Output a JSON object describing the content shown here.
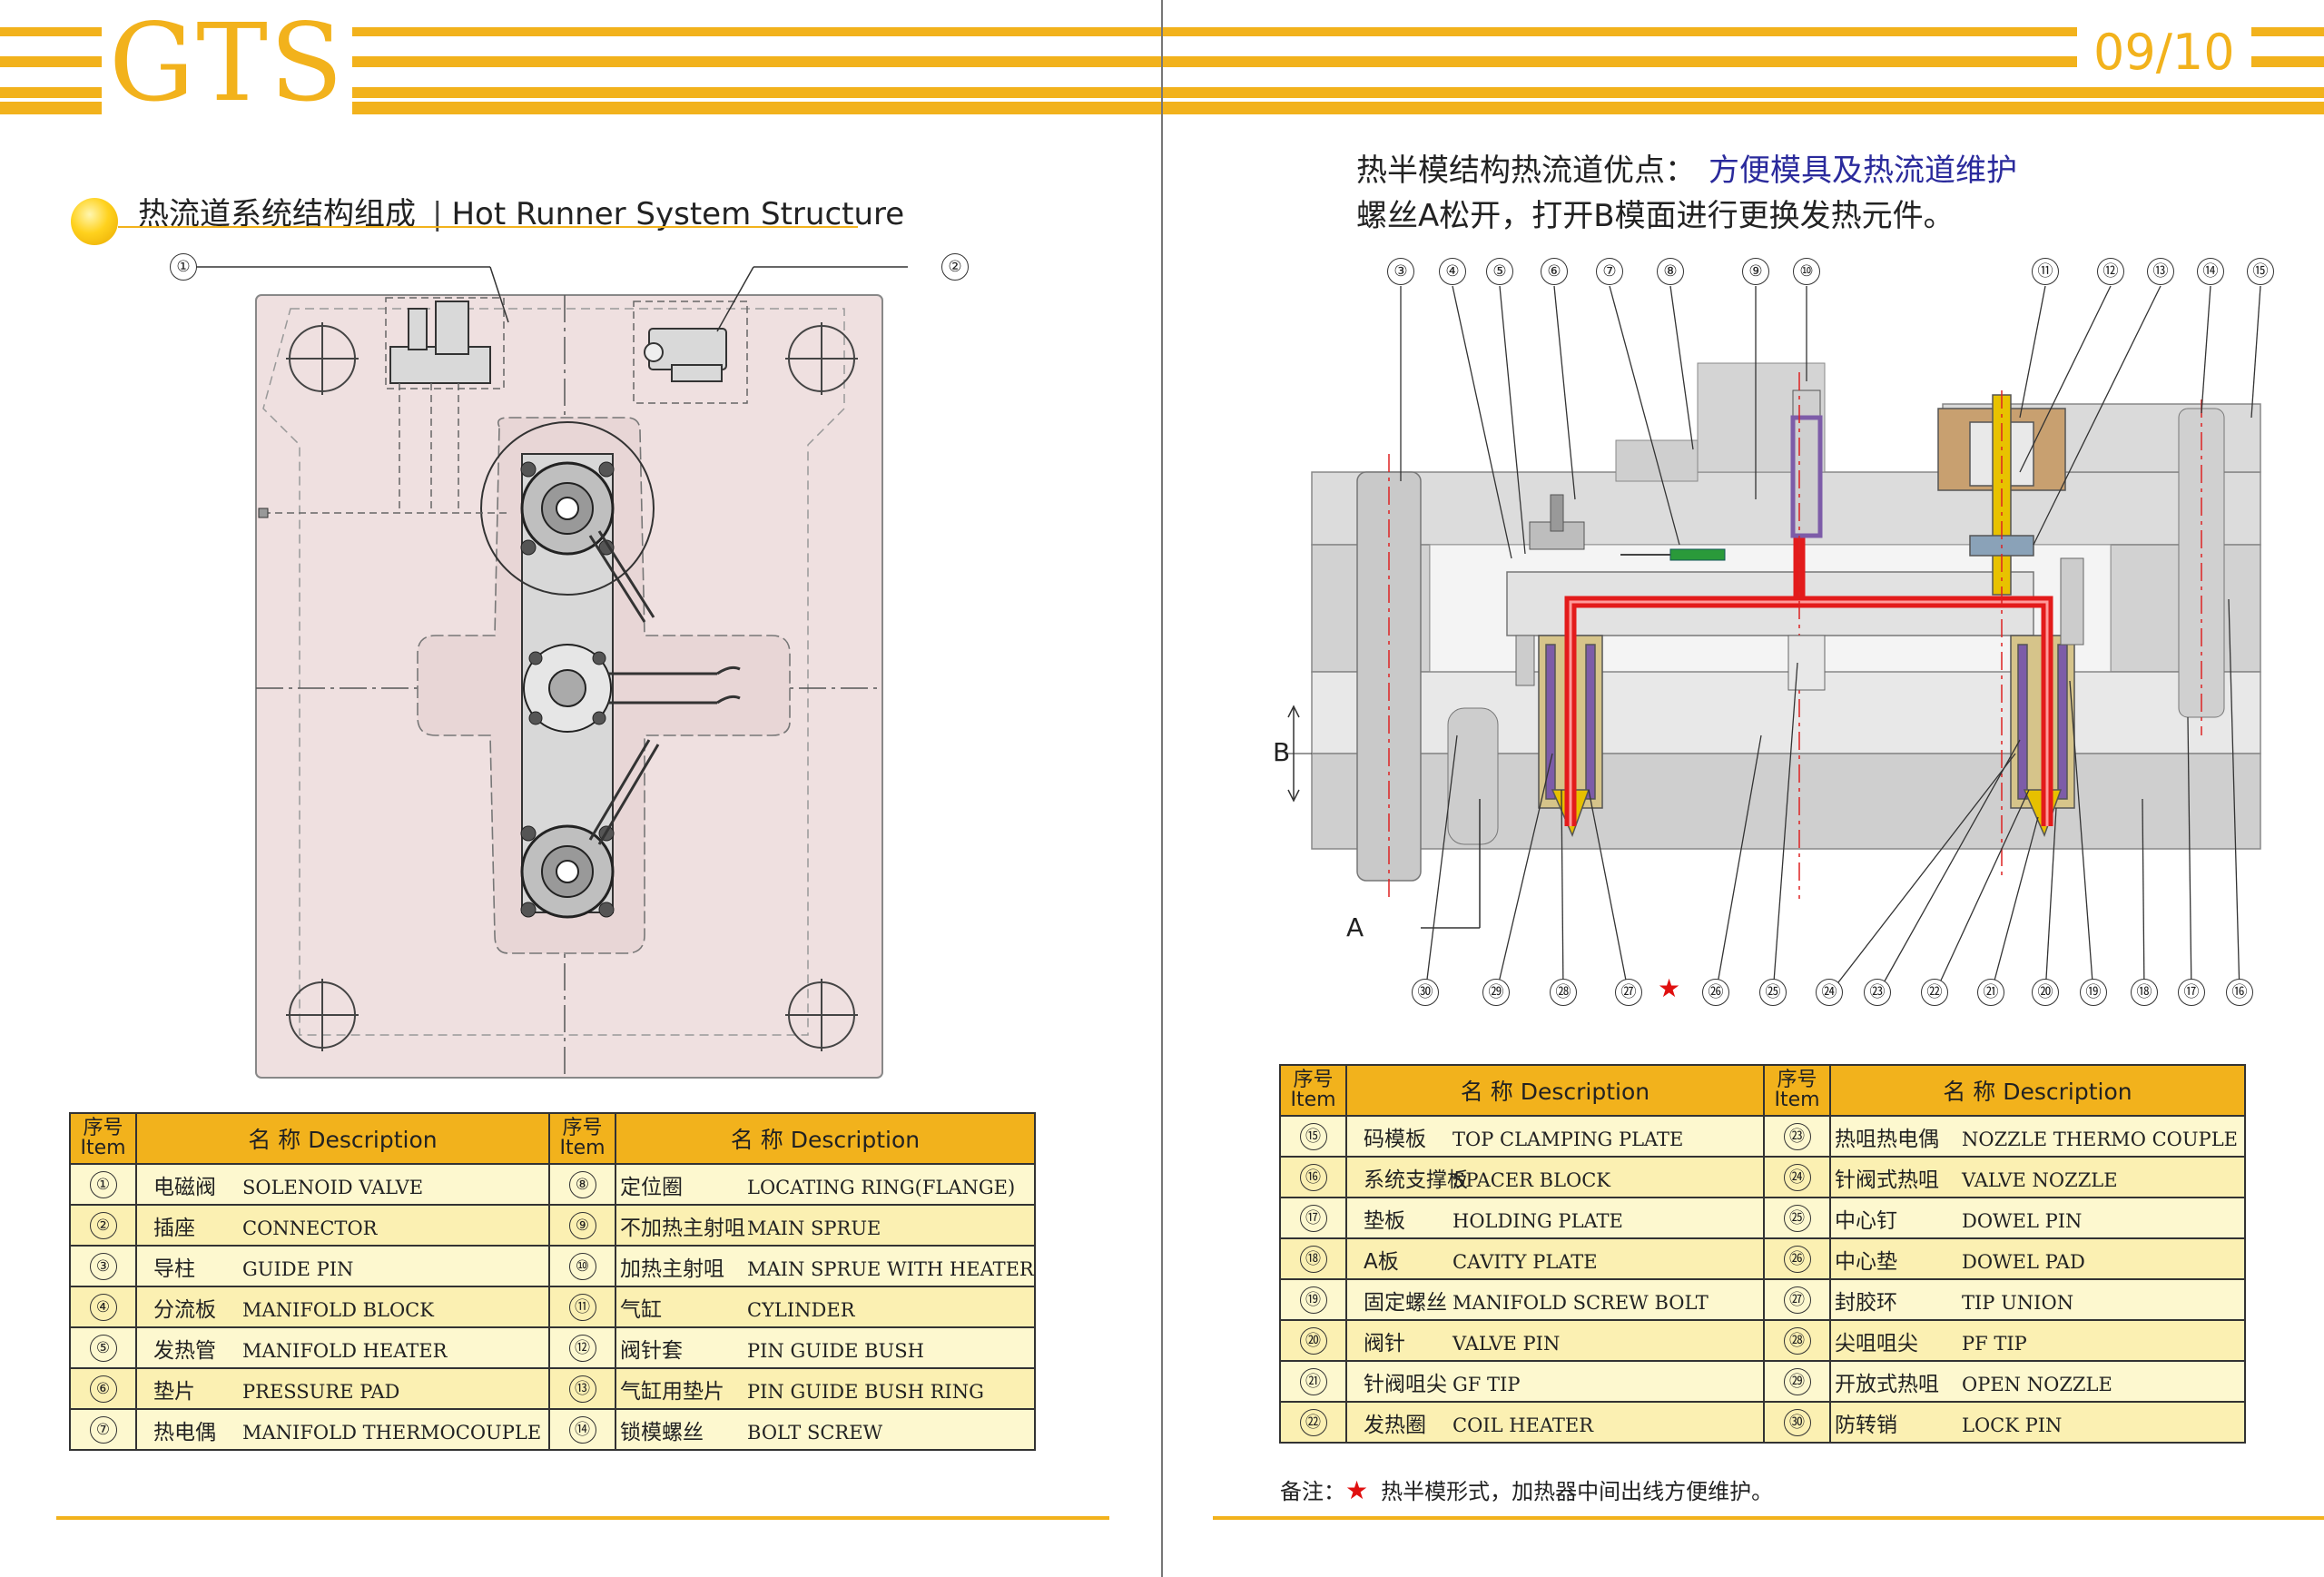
{
  "header": {
    "logo": "GTS",
    "page": "09/10",
    "accent": "#f2b21c"
  },
  "left": {
    "title_cn": "热流道系统结构组成",
    "title_en": "Hot Runner System Structure",
    "callouts": [
      "①",
      "②"
    ]
  },
  "right": {
    "line1_prefix": "热半模结构热流道优点：",
    "line1_highlight": "方便模具及热流道维护",
    "line2": "螺丝A松开，打开B模面进行更换发热元件。",
    "top_callouts": [
      "③",
      "④",
      "⑤",
      "⑥",
      "⑦",
      "⑧",
      "⑨",
      "⑩",
      "⑪",
      "⑫",
      "⑬",
      "⑭",
      "⑮"
    ],
    "bottom_callouts": [
      "㉚",
      "㉙",
      "㉘",
      "㉗",
      "★",
      "㉖",
      "㉕",
      "㉔",
      "㉓",
      "㉒",
      "㉑",
      "⑳",
      "⑲",
      "⑱",
      "⑰",
      "⑯"
    ],
    "label_a": "A",
    "label_b": "B"
  },
  "table_headers": {
    "item": "序号 Item",
    "desc": "名 称  Description"
  },
  "left_table": [
    [
      {
        "num": "①",
        "cn": "电磁阀",
        "en": "SOLENOID VALVE"
      },
      {
        "num": "⑧",
        "cn": "定位圈",
        "en": "LOCATING RING(FLANGE)"
      }
    ],
    [
      {
        "num": "②",
        "cn": "插座",
        "en": "CONNECTOR"
      },
      {
        "num": "⑨",
        "cn": "不加热主射咀",
        "en": "MAIN SPRUE"
      }
    ],
    [
      {
        "num": "③",
        "cn": "导柱",
        "en": "GUIDE PIN"
      },
      {
        "num": "⑩",
        "cn": "加热主射咀",
        "en": "MAIN SPRUE WITH HEATER"
      }
    ],
    [
      {
        "num": "④",
        "cn": "分流板",
        "en": "MANIFOLD BLOCK"
      },
      {
        "num": "⑪",
        "cn": "气缸",
        "en": "CYLINDER"
      }
    ],
    [
      {
        "num": "⑤",
        "cn": "发热管",
        "en": "MANIFOLD HEATER"
      },
      {
        "num": "⑫",
        "cn": "阀针套",
        "en": "PIN GUIDE BUSH"
      }
    ],
    [
      {
        "num": "⑥",
        "cn": "垫片",
        "en": "PRESSURE PAD"
      },
      {
        "num": "⑬",
        "cn": "气缸用垫片",
        "en": "PIN GUIDE BUSH RING"
      }
    ],
    [
      {
        "num": "⑦",
        "cn": "热电偶",
        "en": "MANIFOLD THERMOCOUPLE"
      },
      {
        "num": "⑭",
        "cn": "锁模螺丝",
        "en": "BOLT SCREW"
      }
    ]
  ],
  "right_table": [
    [
      {
        "num": "⑮",
        "cn": "码模板",
        "en": "TOP CLAMPING  PLATE"
      },
      {
        "num": "㉓",
        "cn": "热咀热电偶",
        "en": "NOZZLE THERMO COUPLE"
      }
    ],
    [
      {
        "num": "⑯",
        "cn": "系统支撑板",
        "en": "SPACER BLOCK"
      },
      {
        "num": "㉔",
        "cn": "针阀式热咀",
        "en": "VALVE NOZZLE"
      }
    ],
    [
      {
        "num": "⑰",
        "cn": "垫板",
        "en": "HOLDING PLATE"
      },
      {
        "num": "㉕",
        "cn": "中心钉",
        "en": "DOWEL  PIN"
      }
    ],
    [
      {
        "num": "⑱",
        "cn": "A板",
        "en": "CAVITY PLATE"
      },
      {
        "num": "㉖",
        "cn": "中心垫",
        "en": "DOWEL  PAD"
      }
    ],
    [
      {
        "num": "⑲",
        "cn": "固定螺丝",
        "en": "MANIFOLD SCREW BOLT"
      },
      {
        "num": "㉗",
        "cn": "封胶环",
        "en": "TIP UNION"
      }
    ],
    [
      {
        "num": "⑳",
        "cn": "阀针",
        "en": "VALVE PIN"
      },
      {
        "num": "㉘",
        "cn": "尖咀咀尖",
        "en": "PF TIP"
      }
    ],
    [
      {
        "num": "㉑",
        "cn": "针阀咀尖",
        "en": "GF TIP"
      },
      {
        "num": "㉙",
        "cn": "开放式热咀",
        "en": "OPEN  NOZZLE"
      }
    ],
    [
      {
        "num": "㉒",
        "cn": "发热圈",
        "en": "COIL HEATER"
      },
      {
        "num": "㉚",
        "cn": "防转销",
        "en": "LOCK PIN"
      }
    ]
  ],
  "note": {
    "prefix": "备注：",
    "star": "★",
    "text": "热半模形式，加热器中间出线方便维护。"
  }
}
